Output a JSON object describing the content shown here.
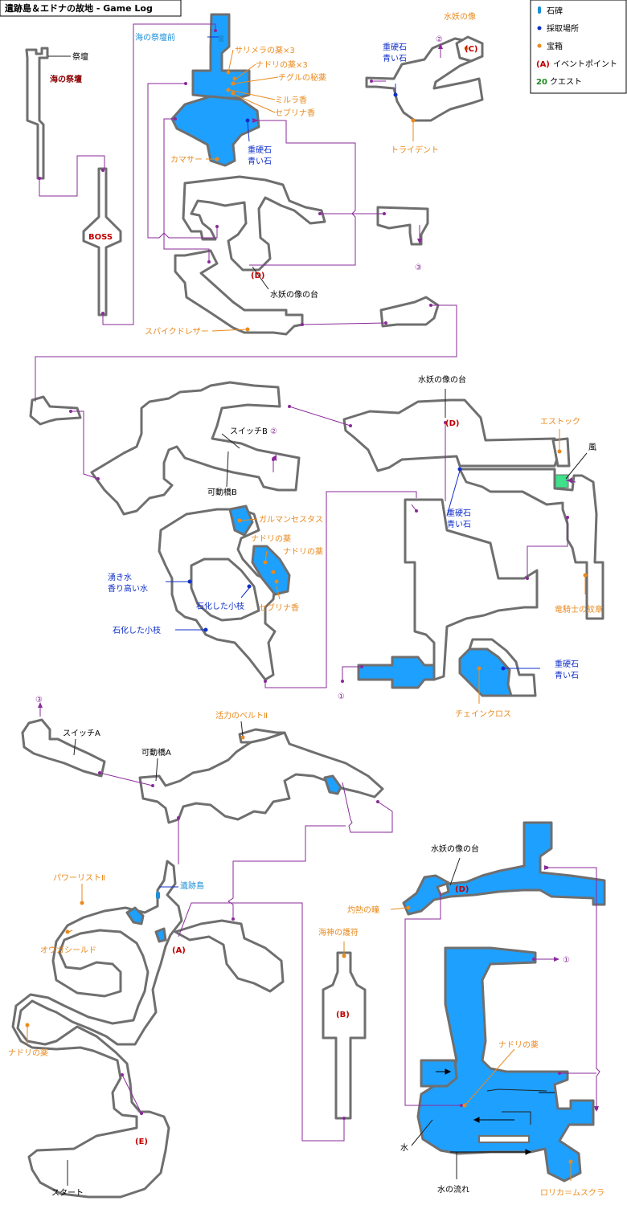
{
  "title": "遺跡島＆エドナの故地 - Game Log",
  "legend": {
    "items": [
      {
        "label": "石碑",
        "mark": "stone-monument-icon",
        "color": "#1e8fd8"
      },
      {
        "label": "採取場所",
        "mark": "gather-point-dot",
        "color": "#1030c8"
      },
      {
        "label": "宝箱",
        "mark": "treasure-dot",
        "color": "#e98a1e"
      },
      {
        "label": "イベントポイント",
        "mark": "(A)",
        "color": "#c00000"
      },
      {
        "label": "クエスト",
        "mark": "20",
        "color": "#1a8a1a"
      }
    ]
  },
  "colors": {
    "water": "#1ea0ff",
    "wall": "#6f6f6f",
    "link": "#8a2a9a",
    "wind": "#3ee08a"
  },
  "labels": {
    "altar": "祭壇",
    "sea_altar": "海の祭壇",
    "boss": "BOSS",
    "sea_altar_front": "海の祭壇前",
    "sarimera": "サリメラの薬×3",
    "nadori3": "ナドリの薬×3",
    "chiguru": "チグルの秘薬",
    "mirura": "ミルラ香",
    "seburina1": "セブリナ香",
    "kamasa": "カマサー",
    "ore1a": "重硬石",
    "ore1b": "青い石",
    "ore2a": "重硬石",
    "ore2b": "青い石",
    "statue_c": "水妖の像",
    "mark_c": "(C)",
    "trident": "トライデント",
    "pedestal_d1": "水妖の像の台",
    "mark_d1": "(D)",
    "spike": "スパイクドレザー",
    "num2_top": "②",
    "num3_top": "③",
    "pedestal_d2": "水妖の像の台",
    "mark_d2": "(D)",
    "estok": "エストック",
    "wind": "風",
    "switch_b": "スイッチB",
    "num2_mid": "②",
    "bridge_b": "可動橋B",
    "ore3a": "重硬石",
    "ore3b": "青い石",
    "garuman": "ガルマンセスタス",
    "nadori_a": "ナドリの薬",
    "nadori_b": "ナドリの薬",
    "spring1": "湧き水",
    "spring2": "香り高い水",
    "twig1": "石化した小枝",
    "seburina2": "セブリナ香",
    "dragon": "竜騎士の紋章",
    "twig2": "石化した小枝",
    "ore4a": "重硬石",
    "ore4b": "青い石",
    "num1_mid": "①",
    "chaincross": "チェインクロス",
    "num3_bot": "③",
    "switch_a": "スイッチA",
    "bridge_a": "可動橋A",
    "belt": "活力のベルトⅡ",
    "power": "パワーリストⅡ",
    "ruins": "遺跡島",
    "ogashield": "オウガシールド",
    "mark_a": "(A)",
    "amulet": "海神の護符",
    "mark_b": "(B)",
    "pedestal_d3": "水妖の像の台",
    "mark_d3": "(D)",
    "shakunetsu": "灼熱の瞳",
    "num1_bot": "①",
    "nadori_c": "ナドリの薬",
    "nadori_d": "ナドリの薬",
    "mark_e": "(E)",
    "water": "水",
    "start": "スタート",
    "flow": "水の流れ",
    "rorika": "ロリカ＝ムスクラ"
  }
}
